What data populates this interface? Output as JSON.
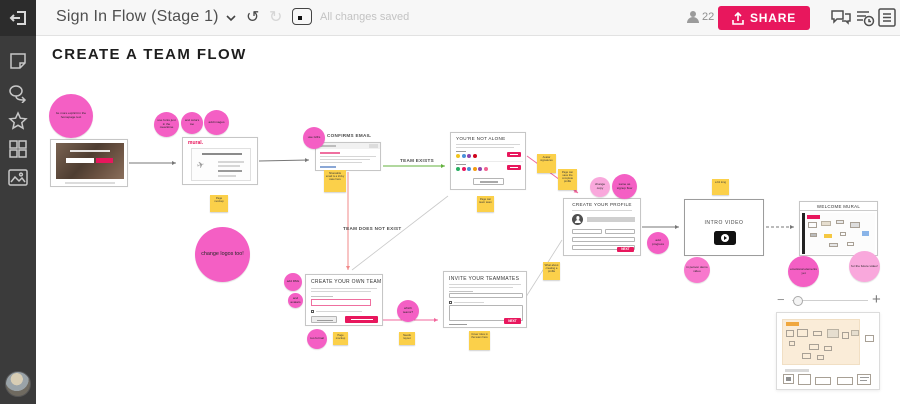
{
  "brand": {
    "accent": "#e8175d",
    "sticky_yellow": "#fbd04a",
    "circle_pink": "#f45fc4",
    "green_arrow": "#63b23e",
    "red_line": "#f08a8a"
  },
  "sidebar": {
    "icons": [
      "exit",
      "sticky-note",
      "shapes",
      "star",
      "grid",
      "image"
    ]
  },
  "toolbar": {
    "title": "Sign In Flow (Stage 1)",
    "undo": "↺",
    "redo": "↻",
    "status": "All changes saved",
    "user_count": "22",
    "share_label": "SHARE"
  },
  "canvas": {
    "title": "CREATE A TEAM FLOW",
    "labels": {
      "confirms_email": "CONFIRMS EMAIL",
      "team_exists": "TEAM EXISTS",
      "team_does_not_exist": "TEAM DOES NOT EXIST"
    },
    "circles": [
      {
        "text": "be more explicit in the homepage text"
      },
      {
        "text": "use fonts just in the meantime"
      },
      {
        "text": "and colors too"
      },
      {
        "text": "add images"
      },
      {
        "text": "use GIFs"
      },
      {
        "text": "change logos too!"
      },
      {
        "text": "add DMs"
      },
      {
        "text": "and avatars"
      },
      {
        "text": "too formal"
      },
      {
        "text": "which teams?"
      },
      {
        "text": "change copy"
      },
      {
        "text": "same as signup flow"
      },
      {
        "text": "add progress"
      },
      {
        "text": "in person demo video"
      },
      {
        "text": "emotional elements yet"
      },
      {
        "text": "for the future video!"
      }
    ],
    "stickies": [
      {
        "text": "Page mockup"
      },
      {
        "text": "Shareable email is a tricky case here"
      },
      {
        "text": "Page can learn team"
      },
      {
        "text": "Avatar signatures"
      },
      {
        "text": "Page can save the complete profile"
      },
      {
        "text": "What about creating a profile"
      },
      {
        "text": "Cover roles in the team here"
      },
      {
        "text": "Page mockup"
      },
      {
        "text": "Needs layout"
      },
      {
        "text": "a bit long"
      }
    ],
    "cards": {
      "landing": {
        "logo": "mural."
      },
      "not_alone": {
        "title": "YOU'RE NOT ALONE"
      },
      "profile": {
        "title": "CREATE YOUR PROFILE",
        "next": "NEXT"
      },
      "intro_video": {
        "title": "INTRO VIDEO"
      },
      "welcome_mural": {
        "title": "WELCOME MURAL"
      },
      "create_team": {
        "title": "CREATE YOUR OWN TEAM"
      },
      "invite": {
        "title": "INVITE YOUR TEAMMATES",
        "next": "NEXT"
      }
    },
    "avatar_colors_row1": [
      "#f2c51d",
      "#4a90d9",
      "#8e44ad",
      "#d0021b"
    ],
    "avatar_colors_row2": [
      "#27ae60",
      "#e8175d",
      "#4a90d9",
      "#f39c12",
      "#8e44ad",
      "#f06292"
    ]
  }
}
